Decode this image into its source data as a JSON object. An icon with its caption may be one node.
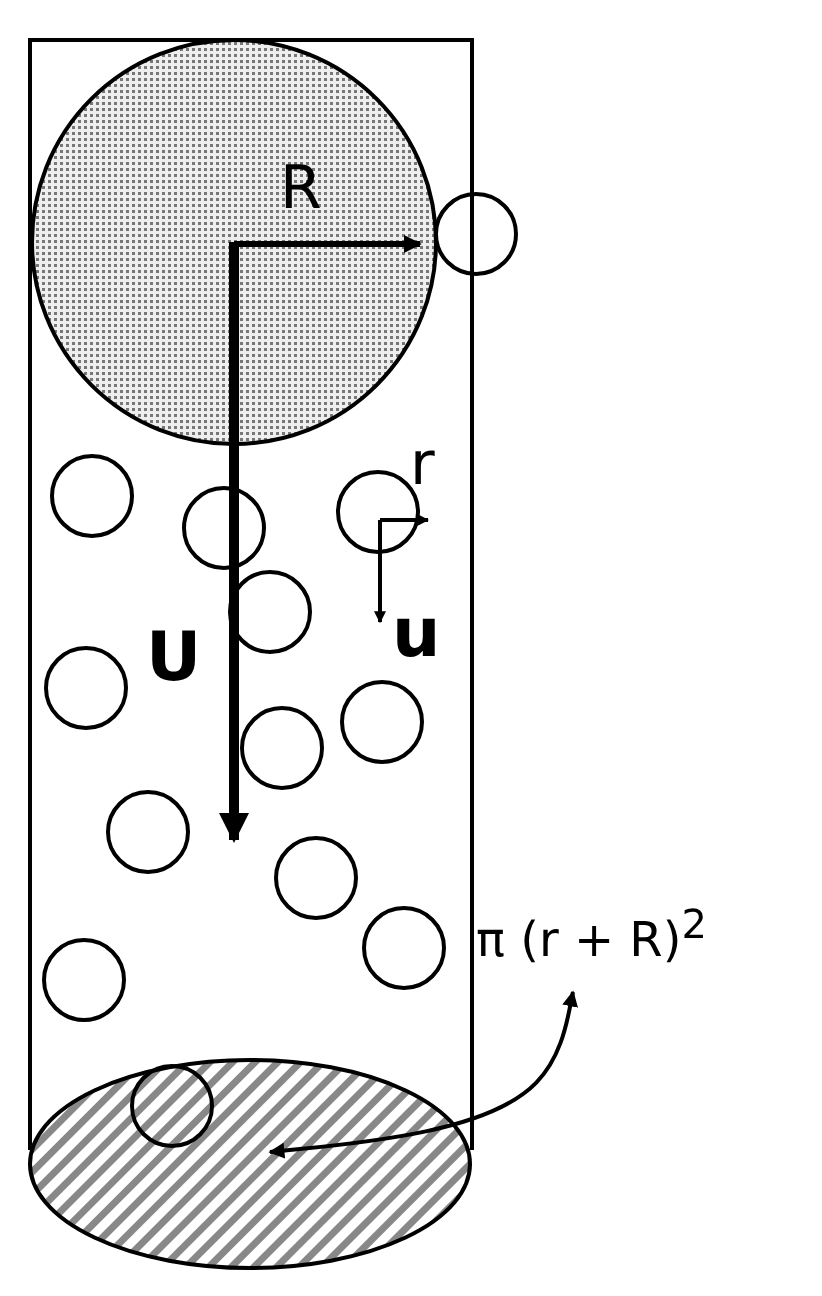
{
  "diagram": {
    "nodes": [
      {
        "text": [
          "π (r + R)$^{2}$"
        ]
      },
      {
        "text": [],
        "shape": "ellipse"
      }
    ],
    "edges": [
      {
        "from": 0,
        "to": 1,
        "arrow": "both"
      }
    ],
    "labels": [
      "R",
      "r",
      "U",
      "u"
    ]
  }
}
